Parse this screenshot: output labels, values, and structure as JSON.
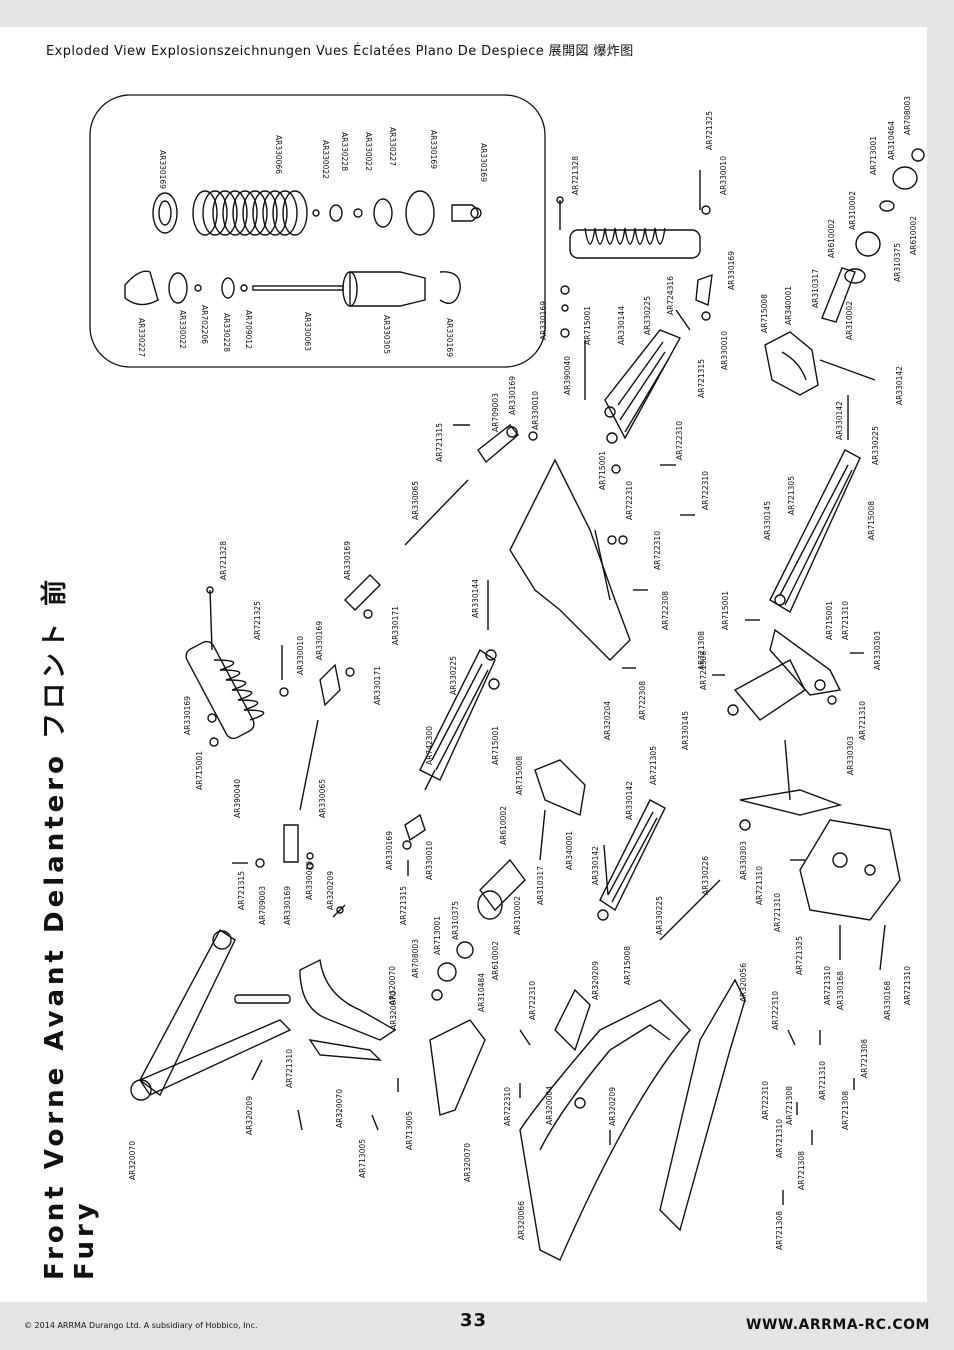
{
  "header": {
    "title": "Exploded View  Explosionszeichnungen  Vues Éclatées  Plano De Despiece  展開図  爆炸图"
  },
  "side_title": {
    "line1": "Front  Vorne  Avant  Delantero  フロント  前",
    "line2": "Fury"
  },
  "footer": {
    "copyright": "© 2014 ARRMA Durango Ltd. A subsidiary of Hobbico, Inc.",
    "page": "33",
    "url": "WWW.ARRMA-RC.COM"
  },
  "inset_labels": [
    {
      "text": "AR330169"
    },
    {
      "text": "AR330066"
    },
    {
      "text": "AR330022"
    },
    {
      "text": "AR330228"
    },
    {
      "text": "AR330022"
    },
    {
      "text": "AR330227"
    },
    {
      "text": "AR330169"
    },
    {
      "text": "AR330169"
    },
    {
      "text": "AR330227"
    },
    {
      "text": "AR330022"
    },
    {
      "text": "AR702206"
    },
    {
      "text": "AR330228"
    },
    {
      "text": "AR709012"
    },
    {
      "text": "AR330063"
    },
    {
      "text": "AR330305"
    },
    {
      "text": "AR330169"
    }
  ],
  "labels": [
    {
      "text": "AR721328"
    },
    {
      "text": "AR721325"
    },
    {
      "text": "AR330010"
    },
    {
      "text": "AR330169"
    },
    {
      "text": "AR390040"
    },
    {
      "text": "AR715001"
    },
    {
      "text": "AR330144"
    },
    {
      "text": "AR330225"
    },
    {
      "text": "AR724316"
    },
    {
      "text": "AR721315"
    },
    {
      "text": "AR330010"
    },
    {
      "text": "AR330169"
    },
    {
      "text": "AR715008"
    },
    {
      "text": "AR340001"
    },
    {
      "text": "AR310317"
    },
    {
      "text": "AR610002"
    },
    {
      "text": "AR310002"
    },
    {
      "text": "AR310375"
    },
    {
      "text": "AR610002"
    },
    {
      "text": "AR713001"
    },
    {
      "text": "AR310464"
    },
    {
      "text": "AR708003"
    },
    {
      "text": "AR310002"
    },
    {
      "text": "AR330142"
    },
    {
      "text": "AR721315"
    },
    {
      "text": "AR709003"
    },
    {
      "text": "AR330169"
    },
    {
      "text": "AR330010"
    },
    {
      "text": "AR330065"
    },
    {
      "text": "AR722310"
    },
    {
      "text": "AR715001"
    },
    {
      "text": "AR722310"
    },
    {
      "text": "AR722310"
    },
    {
      "text": "AR722310"
    },
    {
      "text": "AR330142"
    },
    {
      "text": "AR330225"
    },
    {
      "text": "AR715008"
    },
    {
      "text": "AR721305"
    },
    {
      "text": "AR330145"
    },
    {
      "text": "AR721328"
    },
    {
      "text": "AR330169"
    },
    {
      "text": "AR330171"
    },
    {
      "text": "AR330144"
    },
    {
      "text": "AR721325"
    },
    {
      "text": "AR330010"
    },
    {
      "text": "AR330169"
    },
    {
      "text": "AR330171"
    },
    {
      "text": "AR722308"
    },
    {
      "text": "AR721308"
    },
    {
      "text": "AR715001"
    },
    {
      "text": "AR715001"
    },
    {
      "text": "AR721310"
    },
    {
      "text": "AR330303"
    },
    {
      "text": "AR330169"
    },
    {
      "text": "AR715001"
    },
    {
      "text": "AR390040"
    },
    {
      "text": "AR330065"
    },
    {
      "text": "AR742300"
    },
    {
      "text": "AR330225"
    },
    {
      "text": "AR715001"
    },
    {
      "text": "AR320204"
    },
    {
      "text": "AR722308"
    },
    {
      "text": "AR721308"
    },
    {
      "text": "AR330145"
    },
    {
      "text": "AR330303"
    },
    {
      "text": "AR721310"
    },
    {
      "text": "AR715008"
    },
    {
      "text": "AR610002"
    },
    {
      "text": "AR330142"
    },
    {
      "text": "AR721305"
    },
    {
      "text": "AR721315"
    },
    {
      "text": "AR709003"
    },
    {
      "text": "AR330169"
    },
    {
      "text": "AR330010"
    },
    {
      "text": "AR320209"
    },
    {
      "text": "AR330169"
    },
    {
      "text": "AR721315"
    },
    {
      "text": "AR330010"
    },
    {
      "text": "AR310317"
    },
    {
      "text": "AR310002"
    },
    {
      "text": "AR340001"
    },
    {
      "text": "AR330142"
    },
    {
      "text": "AR330225"
    },
    {
      "text": "AR330226"
    },
    {
      "text": "AR330303"
    },
    {
      "text": "AR721310"
    },
    {
      "text": "AR721310"
    },
    {
      "text": "AR721325"
    },
    {
      "text": "AR713001"
    },
    {
      "text": "AR310375"
    },
    {
      "text": "AR708003"
    },
    {
      "text": "AR610002"
    },
    {
      "text": "AR310484"
    },
    {
      "text": "AR320070"
    },
    {
      "text": "AR715008"
    },
    {
      "text": "AR320209"
    },
    {
      "text": "AR722310"
    },
    {
      "text": "AR320056"
    },
    {
      "text": "AR330168"
    },
    {
      "text": "AR330168"
    },
    {
      "text": "AR721310"
    },
    {
      "text": "AR721310"
    },
    {
      "text": "AR320070"
    },
    {
      "text": "AR721310"
    },
    {
      "text": "AR320209"
    },
    {
      "text": "AR320070"
    },
    {
      "text": "AR713005"
    },
    {
      "text": "AR713005"
    },
    {
      "text": "AR320070"
    },
    {
      "text": "AR722310"
    },
    {
      "text": "AR320004"
    },
    {
      "text": "AR320209"
    },
    {
      "text": "AR722310"
    },
    {
      "text": "AR721310"
    },
    {
      "text": "AR721308"
    },
    {
      "text": "AR722310"
    },
    {
      "text": "AR721310"
    },
    {
      "text": "AR721308"
    },
    {
      "text": "AR721308"
    },
    {
      "text": "AR320066"
    },
    {
      "text": "AR721308"
    },
    {
      "text": "AR721308"
    },
    {
      "text": "AR320070"
    }
  ]
}
